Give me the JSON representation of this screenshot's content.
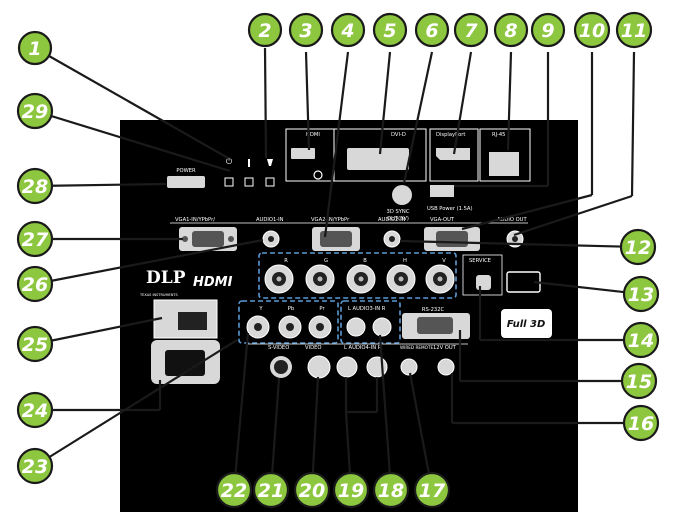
{
  "panel": {
    "power": "POWER",
    "power_icon": "⏻",
    "status_icons": [
      "power-led-icon",
      "temp-led-icon",
      "lamp-led-icon"
    ],
    "hdmi_top": "HDMI",
    "dvi": "DVI-D",
    "displayport": "DisplayPort",
    "rj45": "RJ-45",
    "sync_3d_1": "3D SYNC",
    "sync_3d_2": "OUT(5V)",
    "usb_power": "USB Power (1.5A)",
    "vga1": "VGA1-IN/YPbPr/",
    "audio1": "AUDIO1-IN",
    "vga2": "VGA2-IN/YPbPr",
    "audio2": "AUDIO2-IN",
    "vga_out": "VGA-OUT",
    "audio_out": "AUDIO OUT",
    "dlp": "DLP",
    "dlp_sub": "TEXAS INSTRUMENTS",
    "hdmi_logo": "HDMI",
    "bnc": [
      "R",
      "G",
      "B",
      "H",
      "V"
    ],
    "service": "SERVICE",
    "ypbpr": [
      "Y",
      "Pb",
      "Pr"
    ],
    "audio3": "L  AUDIO3-IN  R",
    "rs232": "RS-232C",
    "full3d": "Full 3D",
    "svideo": "S-VIDEO",
    "video": "VIDEO",
    "audio4": "L  AUDIO4-IN  R",
    "wired_remote": "WIRED REMOTE",
    "out12v": "12V OUT"
  },
  "callouts": [
    "1",
    "2",
    "3",
    "4",
    "5",
    "6",
    "7",
    "8",
    "9",
    "10",
    "11",
    "12",
    "13",
    "14",
    "15",
    "16",
    "17",
    "18",
    "19",
    "20",
    "21",
    "22",
    "23",
    "24",
    "25",
    "26",
    "27",
    "28",
    "29"
  ],
  "colors": {
    "badge": "#8dc63f",
    "panel": "#000000",
    "dash": "#5b9bd5"
  }
}
